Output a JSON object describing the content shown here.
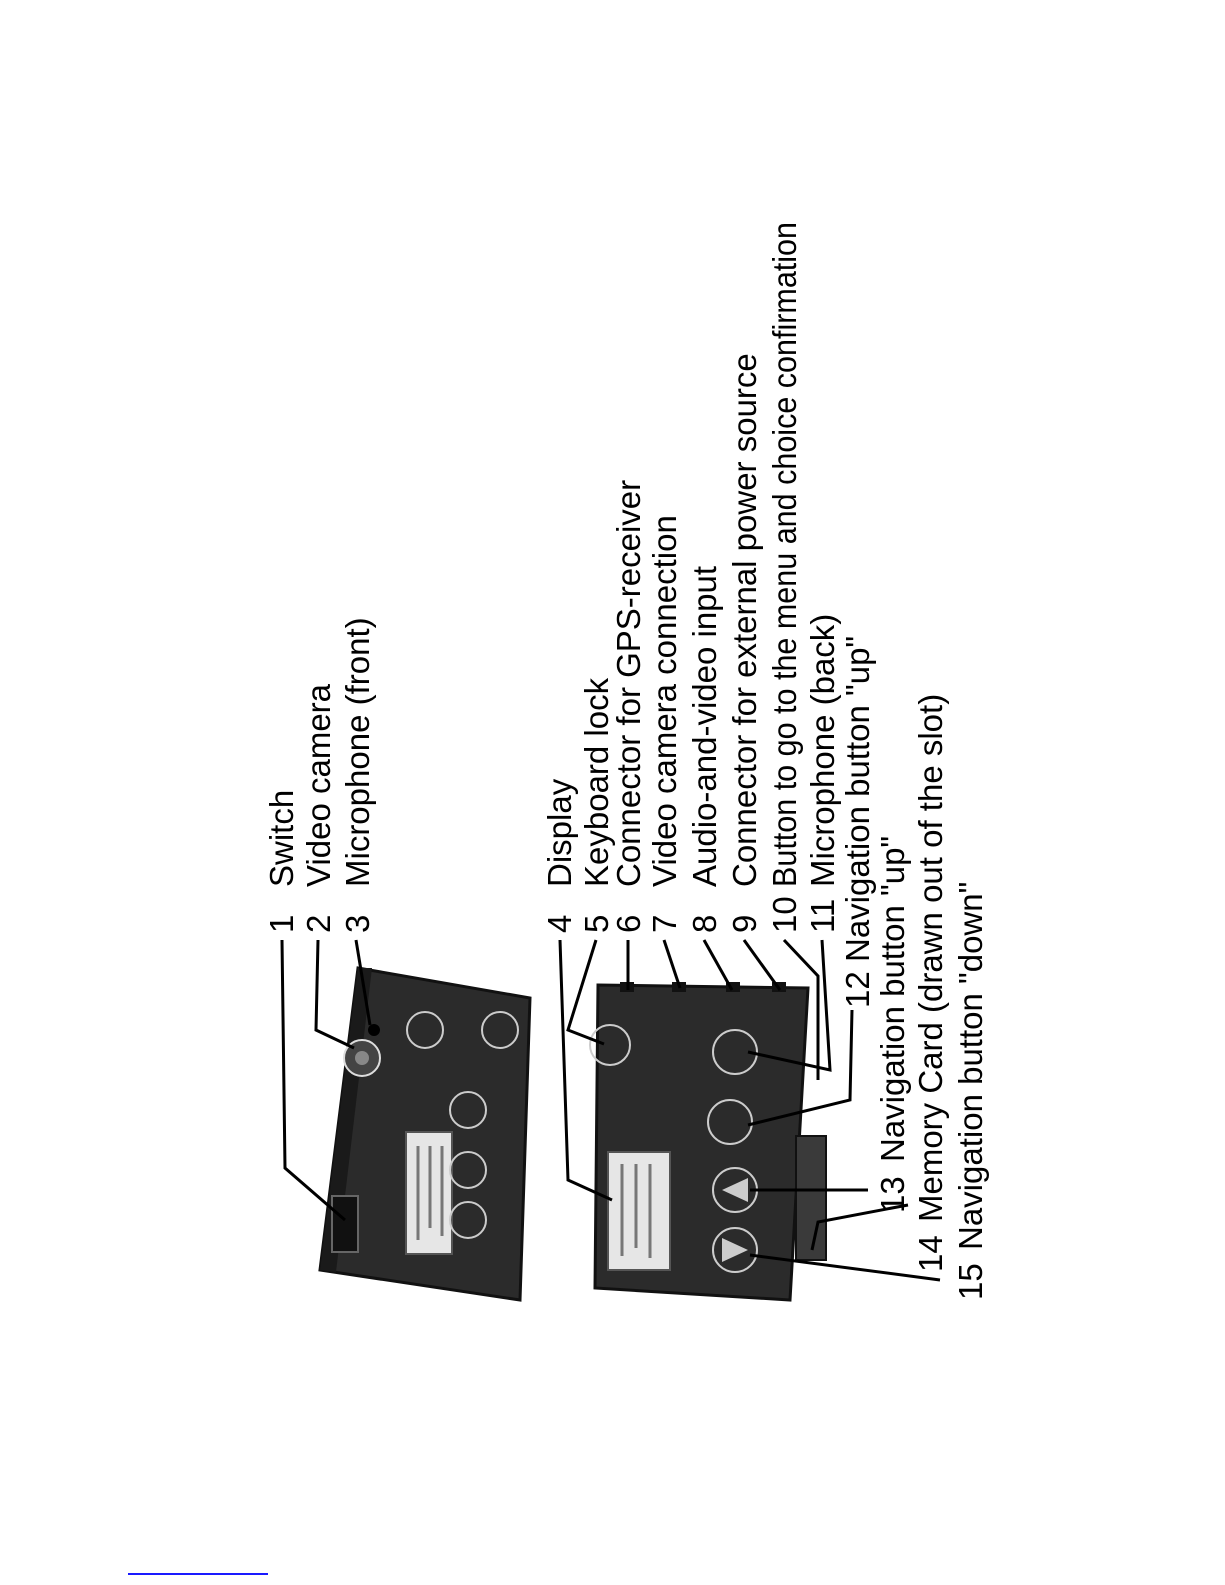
{
  "legend": {
    "items": [
      {
        "num": "1",
        "text": "Switch"
      },
      {
        "num": "2",
        "text": "Video camera"
      },
      {
        "num": "3",
        "text": "Microphone (front)"
      },
      {
        "num": "4",
        "text": "Display"
      },
      {
        "num": "5",
        "text": "Keyboard lock"
      },
      {
        "num": "6",
        "text": "Connector for GPS-receiver"
      },
      {
        "num": "7",
        "text": "Video camera connection"
      },
      {
        "num": "8",
        "text": "Audio-and-video input"
      },
      {
        "num": "9",
        "text": "Connector for external power source"
      },
      {
        "num": "10",
        "text": "Button to go to the menu and choice confirmation"
      },
      {
        "num": "11",
        "text": "Microphone (back)"
      },
      {
        "num": "12",
        "text": "Navigation button \"up\""
      },
      {
        "num": "13",
        "text": "Navigation button \"up\""
      },
      {
        "num": "14",
        "text": "Memory Card (drawn out of the slot)"
      },
      {
        "num": "15",
        "text": "Navigation button \"down\""
      }
    ]
  },
  "colors": {
    "device_body": "#2b2b2b",
    "device_edge": "#111111",
    "screen": "#e6e6e6",
    "leader_line": "#000000",
    "footnote_rule": "#1a1aff"
  }
}
